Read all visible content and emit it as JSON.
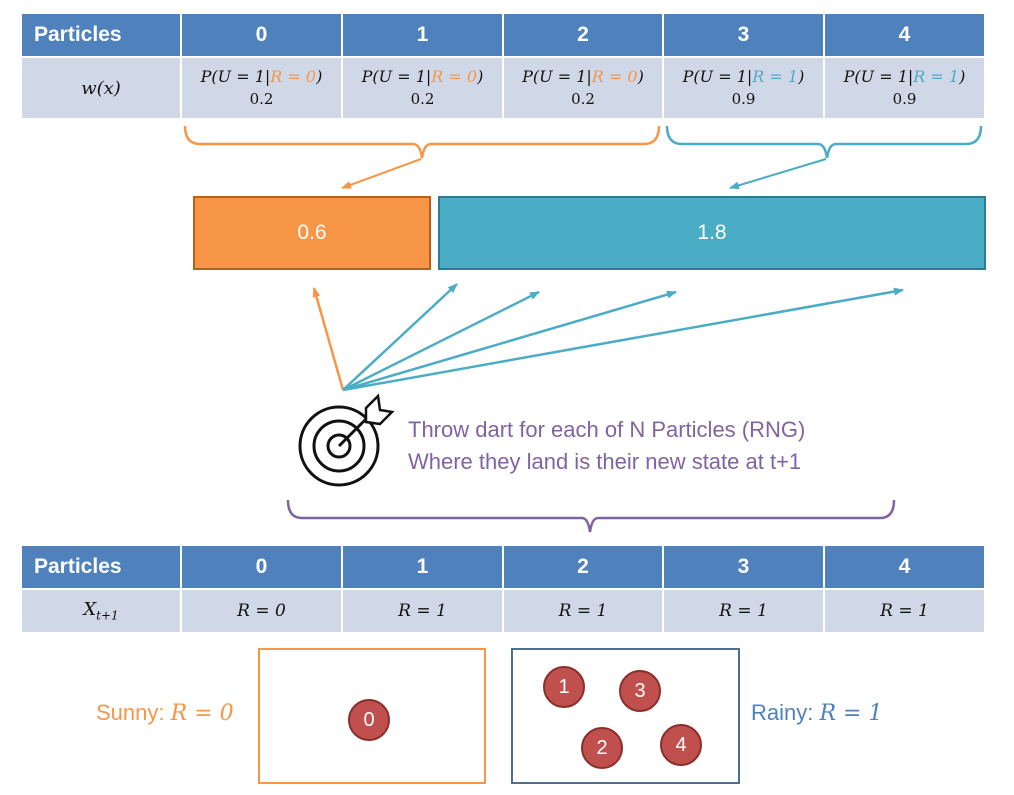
{
  "top_table": {
    "header_label": "Particles",
    "columns": [
      "0",
      "1",
      "2",
      "3",
      "4"
    ],
    "row_label": "w(x)",
    "weights": [
      {
        "prefix": "P(U = 1|",
        "cond": "R = 0",
        "suffix": ")",
        "value": "0.2",
        "color": "#F79646"
      },
      {
        "prefix": "P(U = 1|",
        "cond": "R = 0",
        "suffix": ")",
        "value": "0.2",
        "color": "#F79646"
      },
      {
        "prefix": "P(U = 1|",
        "cond": "R = 0",
        "suffix": ")",
        "value": "0.2",
        "color": "#F79646"
      },
      {
        "prefix": "P(U = 1|",
        "cond": "R = 1",
        "suffix": ")",
        "value": "0.9",
        "color": "#4BACC6"
      },
      {
        "prefix": "P(U = 1|",
        "cond": "R = 1",
        "suffix": ")",
        "value": "0.9",
        "color": "#4BACC6"
      }
    ]
  },
  "bars": {
    "sunny_total": "0.6",
    "rainy_total": "1.8",
    "sunny_color": "#F79646",
    "rainy_color": "#4BACC6"
  },
  "caption": {
    "line1": "Throw dart for each of N Particles (RNG)",
    "line2": "Where they land is their new state at t+1",
    "color": "#8064A2",
    "icon": "target-dart-icon"
  },
  "bottom_table": {
    "header_label": "Particles",
    "columns": [
      "0",
      "1",
      "2",
      "3",
      "4"
    ],
    "row_label_var": "X",
    "row_label_sub": "t+1",
    "states": [
      "R = 0",
      "R = 1",
      "R = 1",
      "R = 1",
      "R = 1"
    ]
  },
  "groups": {
    "sunny_prefix": "Sunny: ",
    "sunny_math": "R = 0",
    "rainy_prefix": "Rainy: ",
    "rainy_math": "R = 1",
    "sunny_particles": [
      "0"
    ],
    "rainy_particles": [
      "1",
      "3",
      "2",
      "4"
    ]
  },
  "colors": {
    "header_bg": "#4F81BD",
    "row_bg": "#D0D8E8",
    "particle": "#C0504D",
    "rainy_box": "#4F6F8F"
  }
}
